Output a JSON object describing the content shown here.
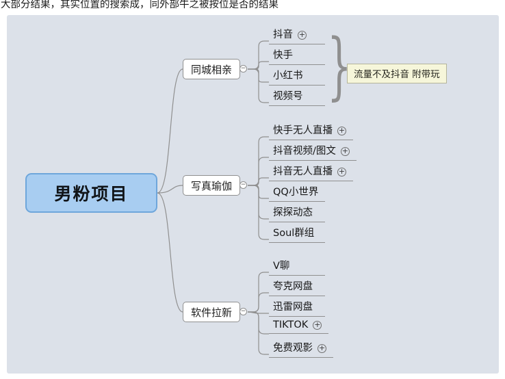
{
  "header": {
    "clipped_text": "大部分结果，其实位置的搜索成，同外部牛之被按位是否的结果"
  },
  "icons": {
    "expand_glyph": "+",
    "collapse_glyph": "−",
    "brace_glyph": "}"
  },
  "colors": {
    "canvas_bg": "#dce1e9",
    "root_fill": "#a8cdf1",
    "root_border": "#6ea6db",
    "note_bg": "#f6f6da",
    "connector": "#8f8f8f"
  },
  "root": {
    "label": "男粉项目"
  },
  "branches": [
    {
      "label": "同城相亲",
      "children": [
        {
          "label": "抖音",
          "expand": true
        },
        {
          "label": "快手"
        },
        {
          "label": "小红书"
        },
        {
          "label": "视频号"
        }
      ],
      "note": {
        "text": "流量不及抖音 附带玩"
      }
    },
    {
      "label": "写真瑜伽",
      "children": [
        {
          "label": "快手无人直播",
          "expand": true
        },
        {
          "label": "抖音视频/图文",
          "expand": true
        },
        {
          "label": "抖音无人直播",
          "expand": true
        },
        {
          "label": "QQ小世界"
        },
        {
          "label": "探探动态"
        },
        {
          "label": "Soul群组"
        }
      ]
    },
    {
      "label": "软件拉新",
      "children": [
        {
          "label": "V聊"
        },
        {
          "label": "夸克网盘"
        },
        {
          "label": "迅雷网盘"
        },
        {
          "label": "TIKTOK",
          "expand": true
        },
        {
          "label": "免费观影",
          "expand": true
        }
      ]
    }
  ]
}
